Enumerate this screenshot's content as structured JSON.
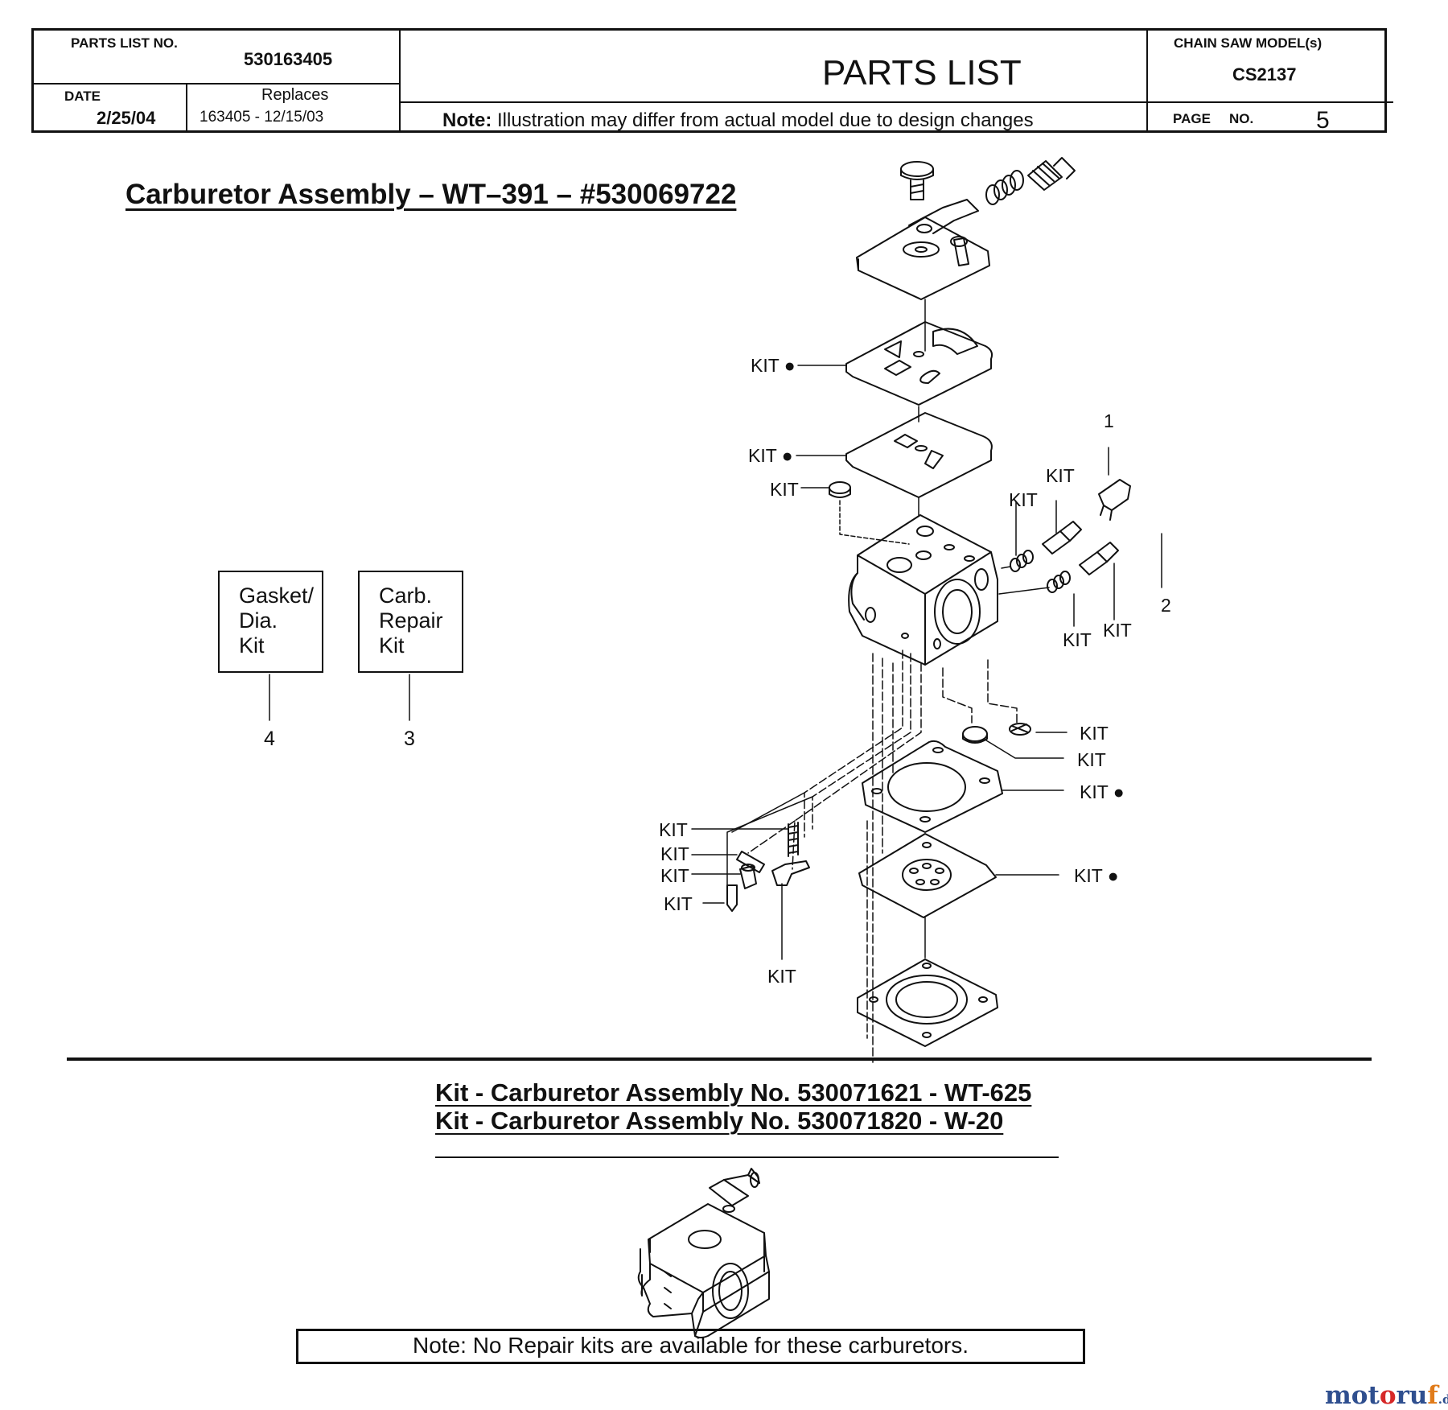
{
  "header": {
    "parts_list_no_label": "PARTS LIST NO.",
    "parts_list_no": "530163405",
    "date_label": "DATE",
    "date": "2/25/04",
    "replaces_label": "Replaces",
    "replaces": "163405 - 12/15/03",
    "title": "PARTS LIST",
    "note_label": "Note:",
    "note_text": "Illustration may differ from actual model due to design changes",
    "model_label": "CHAIN SAW MODEL(s)",
    "model": "CS2137",
    "page_label": "PAGE",
    "page_no_label": "NO.",
    "page_no": "5"
  },
  "diagram": {
    "title": "Carburetor Assembly – WT–391 – #530069722",
    "callouts": [
      "1",
      "2",
      "3",
      "4"
    ],
    "kit_label": "KIT",
    "kit_dot_label": "KIT ●",
    "boxes": [
      {
        "lines": [
          "Gasket/",
          "Dia.",
          "Kit"
        ]
      },
      {
        "lines": [
          "Carb.",
          "Repair",
          "Kit"
        ]
      }
    ]
  },
  "kits": {
    "line1": "Kit - Carburetor Assembly No. 530071621 - WT-625",
    "line2": "Kit - Carburetor Assembly No. 530071820 - W-20",
    "note": "Note: No Repair kits are available for these carburetors."
  },
  "watermark": {
    "parts": [
      "mot",
      "o",
      "ru",
      "f",
      ".de"
    ],
    "colors": [
      "#2f4f8f",
      "#d62828",
      "#2f4f8f",
      "#e07b1a",
      "#2f4f8f"
    ]
  }
}
